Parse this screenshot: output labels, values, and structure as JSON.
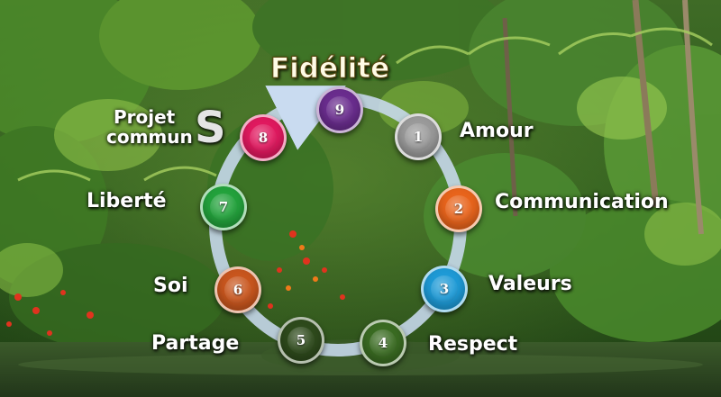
{
  "title": "Fidélité",
  "steps": [
    {
      "number": "1",
      "label": "Amour",
      "color": "#9a9a9a"
    },
    {
      "number": "2",
      "label": "Communication",
      "color": "#e8641c"
    },
    {
      "number": "3",
      "label": "Valeurs",
      "color": "#1e9ad6"
    },
    {
      "number": "4",
      "label": "Respect",
      "color": "#3a6b22"
    },
    {
      "number": "5",
      "label": "Partage",
      "color": "#2e4a1c"
    },
    {
      "number": "6",
      "label": "Soi",
      "color": "#c8561e"
    },
    {
      "number": "7",
      "label": "Liberté",
      "color": "#23a23c"
    },
    {
      "number": "8",
      "label_line1": "Projet",
      "label_line2": "commun",
      "label_big": "S",
      "color": "#e0195f"
    },
    {
      "number": "9",
      "color": "#6a2d8e"
    }
  ],
  "colors": {
    "ring": "#c9dbf0",
    "title_fill": "#fffbe6"
  }
}
